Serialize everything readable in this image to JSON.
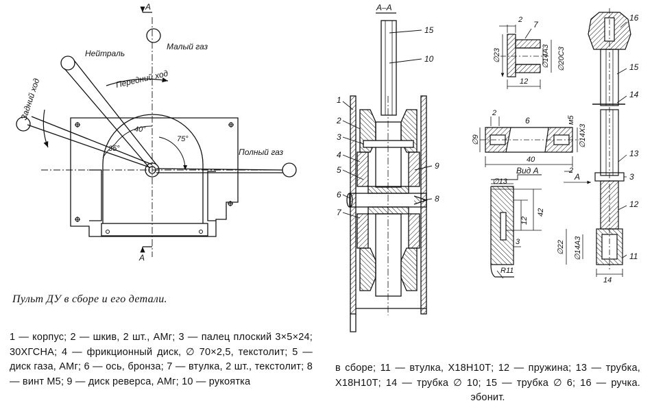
{
  "caption": {
    "title": "Пульт ДУ в сборе и его детали.",
    "legend_left": "1 — корпус; 2 — шкив, 2 шт., АМг; 3 — палец плоский 3×5×24; 30ХГСНА; 4 — фрикционный диск, ∅ 70×2,5, текстолит; 5 — диск газа, АМг; 6 — ось, бронза; 7 — втулка, 2 шт., текстолит; 8 — винт М5; 9 — диск реверса, АМг; 10 — рукоятка",
    "legend_right": "в сборе; 11 — втулка, Х18Н10Т; 12 — пружина; 13 — трубка, Х18Н10Т; 14 — трубка ∅ 10; 15 — трубка ∅ 6; 16 — ручка. эбонит."
  },
  "front_view": {
    "section_mark": "А",
    "label_idle": "Малый газ",
    "label_neutral": "Нейтраль",
    "label_forward": "Передний ход",
    "label_reverse": "Задний ход",
    "label_full": "Полный газ",
    "angle_40": "40°",
    "angle_35": "35°",
    "angle_75": "75°"
  },
  "section_view": {
    "title": "А–А",
    "parts": [
      "1",
      "2",
      "3",
      "4",
      "5",
      "6",
      "7",
      "8",
      "9",
      "10",
      "15"
    ]
  },
  "details": {
    "sleeve": {
      "part": "7",
      "d1": "∅23",
      "d2": "∅14А3",
      "d3": "∅20С3",
      "w1": "2",
      "w2": "12"
    },
    "axle": {
      "part": "6",
      "d1": "∅9",
      "thread": "м5",
      "d2": "∅14Х3",
      "len": "40",
      "w1": "2",
      "w2": "2"
    },
    "view_a": {
      "title": "Вид А",
      "d": "∅13",
      "h1": "12",
      "h2": "42",
      "w": "3",
      "r": "R11"
    },
    "handle": {
      "parts": [
        "16",
        "15",
        "14",
        "13",
        "3",
        "12",
        "11"
      ],
      "d1": "∅22",
      "d2": "∅14А3",
      "w": "14",
      "view": "А"
    }
  }
}
